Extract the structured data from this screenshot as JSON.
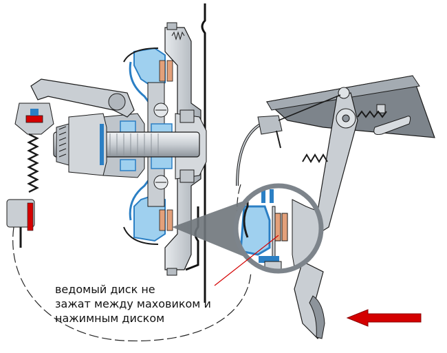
{
  "caption": {
    "lines": [
      "ведомый диск не",
      "зажат между маховиком и",
      "нажимным диском"
    ]
  },
  "colors": {
    "metal": "#c9ced3",
    "metal_dark": "#7d848b",
    "outline": "#1a1a1a",
    "blue": "#2b7fc4",
    "light_blue": "#9fd0ef",
    "friction": "#e3a07a",
    "red": "#d40000"
  },
  "icons": [
    "spring-icon",
    "arrow-left-icon",
    "zoom-lens-icon"
  ]
}
